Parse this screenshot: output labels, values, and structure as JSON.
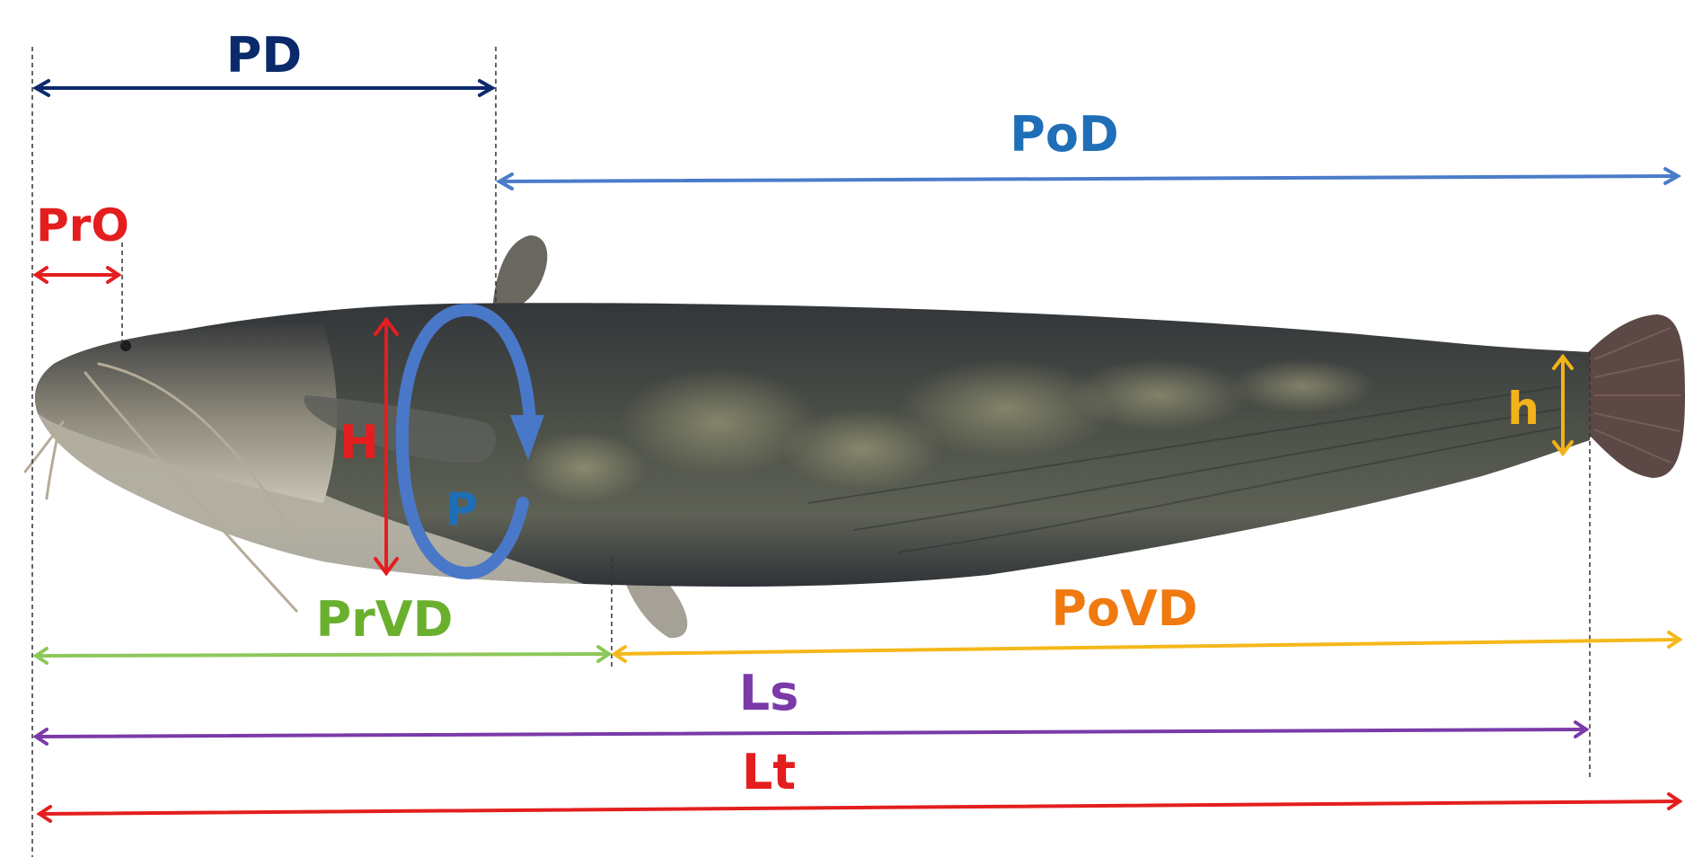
{
  "labels": {
    "pd": "PD",
    "pod": "PoD",
    "pro": "PrO",
    "h_upper": "H",
    "p": "P",
    "h_lower": "h",
    "prvd": "PrVD",
    "povd": "PoVD",
    "ls": "Ls",
    "lt": "Lt"
  },
  "colors": {
    "pd": "#0b2a6b",
    "pod": "#1f6fb8",
    "pod_line": "#4a7cc9",
    "pro": "#e41e1e",
    "h_upper": "#e41e1e",
    "p": "#1f6fb8",
    "p_arrow": "#4a78c8",
    "h_lower": "#f3b21a",
    "prvd": "#6ab02e",
    "prvd_line": "#8cc85a",
    "povd": "#f07a10",
    "povd_line": "#f5b81a",
    "ls": "#7a3aa8",
    "lt": "#e41e1e"
  }
}
